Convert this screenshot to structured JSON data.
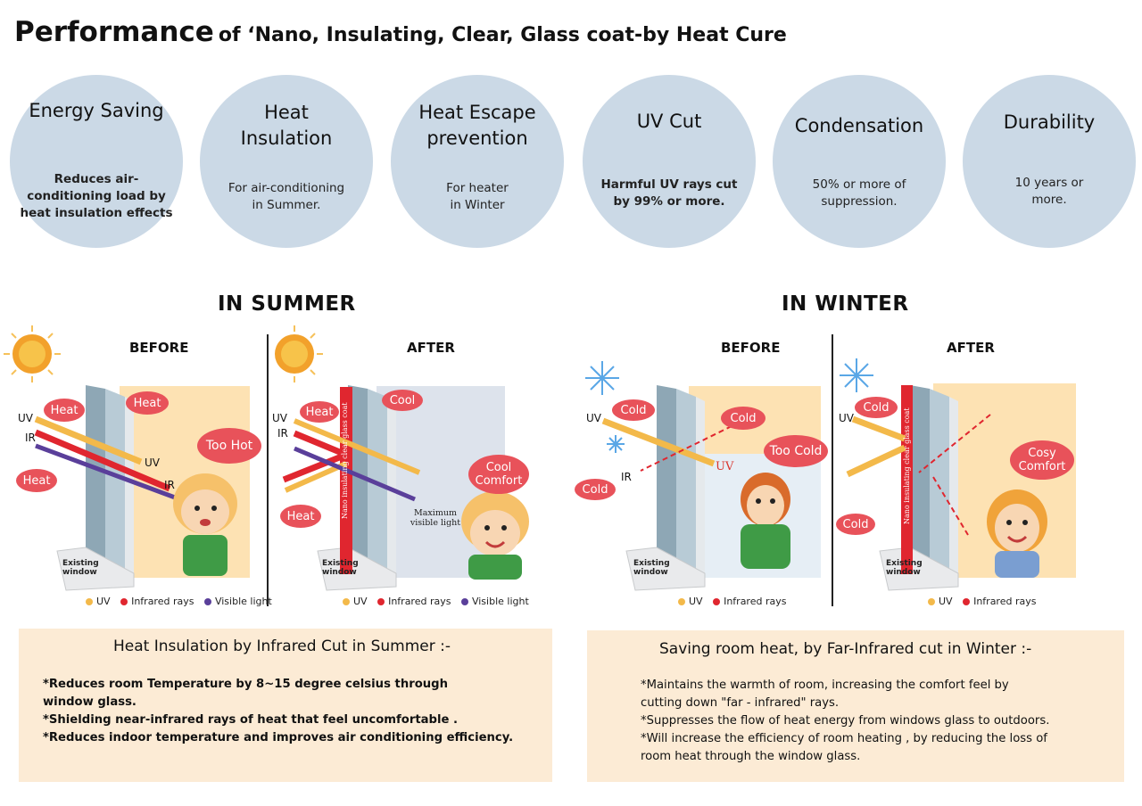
{
  "title": {
    "main": "Performance",
    "rest": "of ‘Nano, Insulating, Clear, Glass coat-by Heat Cure"
  },
  "features": [
    {
      "title": "Energy Saving",
      "desc": "Reduces air-conditioning load by heat insulation effects"
    },
    {
      "title": "Heat Insulation",
      "desc": "For air-conditioning in Summer."
    },
    {
      "title": "Heat Escape prevention",
      "desc": "For heater in Winter"
    },
    {
      "title": "UV Cut",
      "desc": "Harmful UV rays cut by 99% or more."
    },
    {
      "title": "Condensation",
      "desc": "50% or more of suppression."
    },
    {
      "title": "Durability",
      "desc": "10 years or more."
    }
  ],
  "summer": {
    "heading": "IN SUMMER",
    "before": {
      "label": "BEFORE",
      "bubbles": [
        "Heat",
        "Heat",
        "Heat",
        "Too Hot"
      ],
      "ray_labels": [
        "UV",
        "IR",
        "UV",
        "IR"
      ],
      "frame": "Existing window"
    },
    "after": {
      "label": "AFTER",
      "bubbles": [
        "Heat",
        "Cool",
        "Heat",
        "Cool Comfort"
      ],
      "ray_labels": [
        "UV",
        "IR"
      ],
      "coat": "Nano insulating clear glass coat",
      "note": "Maximum visible light",
      "frame": "Existing window"
    },
    "legend": [
      "UV",
      "Infrared rays",
      "Visible light"
    ]
  },
  "winter": {
    "heading": "IN WINTER",
    "before": {
      "label": "BEFORE",
      "bubbles": [
        "Cold",
        "Cold",
        "Cold",
        "Too Cold"
      ],
      "ray_labels": [
        "UV",
        "IR"
      ],
      "uv_red": "UV",
      "frame": "Existing window"
    },
    "after": {
      "label": "AFTER",
      "bubbles": [
        "Cold",
        "Cold",
        "Cosy Comfort"
      ],
      "ray_labels": [
        "UV"
      ],
      "coat": "Nano insulating clear glass coat",
      "frame": "Existing window"
    },
    "legend": [
      "UV",
      "Infrared rays"
    ]
  },
  "summer_box": {
    "title": "Heat Insulation by Infrared Cut in Summer :-",
    "lines": [
      "*Reduces room Temperature by  8~15 degree celsius through",
      "window glass.",
      "*Shielding near-infrared rays of heat that feel uncomfortable .",
      "*Reduces indoor temperature  and improves air conditioning efficiency."
    ]
  },
  "winter_box": {
    "title": "Saving room heat, by Far-Infrared cut in Winter :-",
    "lines": [
      "*Maintains the warmth of room, increasing the comfort feel by",
      " cutting down \"far - infrared\" rays.",
      "*Suppresses the flow of  heat energy from windows glass to outdoors.",
      "*Will increase the efficiency of room heating , by reducing the loss of",
      "room heat through the window glass."
    ]
  },
  "colors": {
    "circle": "#cbd9e6",
    "bubble": "#e8525a",
    "uv": "#f3b94a",
    "infrared": "#e0262f",
    "visible": "#5a3f9a",
    "room_warm": "#fde2b3",
    "room_cool": "#dde3ec",
    "box": "#fcebd5"
  }
}
